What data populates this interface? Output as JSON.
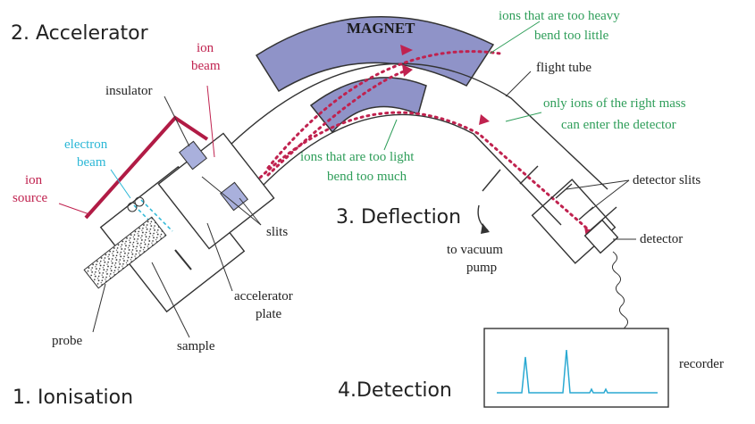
{
  "stages": {
    "accelerator": "2. Accelerator",
    "ionisation": "1. Ionisation",
    "deflection": "3. Deflection",
    "detection": "4.Detection"
  },
  "magnet": "MAGNET",
  "labels": {
    "ion_beam_1": "ion",
    "ion_beam_2": "beam",
    "insulator": "insulator",
    "electron_beam_1": "electron",
    "electron_beam_2": "beam",
    "ion_source_1": "ion",
    "ion_source_2": "source",
    "slits": "slits",
    "accelerator_plate_1": "accelerator",
    "accelerator_plate_2": "plate",
    "probe": "probe",
    "sample": "sample",
    "flight_tube": "flight tube",
    "detector_slits": "detector slits",
    "detector": "detector",
    "vacuum_pump_1": "to vacuum",
    "vacuum_pump_2": "pump",
    "recorder": "recorder"
  },
  "notes": {
    "too_heavy_1": "ions that are too heavy",
    "too_heavy_2": "bend too little",
    "right_mass_1": "only ions of the right mass",
    "right_mass_2": "can enter the detector",
    "too_light_1": "ions that are too light",
    "too_light_2": "bend too much"
  },
  "colors": {
    "ion": "#c0224f",
    "electron": "#2bb7d6",
    "note_green": "#2f9e5a",
    "magnet_fill": "#8f93c8",
    "slit_fill": "#a9b0dc",
    "trace": "#2aa9d2"
  }
}
